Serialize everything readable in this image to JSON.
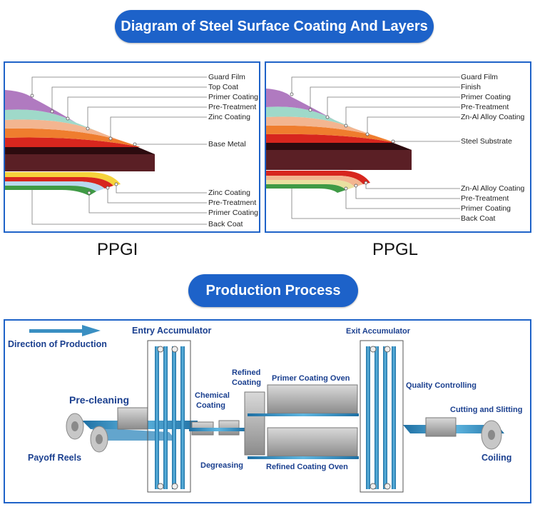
{
  "titles": {
    "coating": "Diagram of Steel Surface Coating And Layers",
    "process": "Production Process"
  },
  "ppgi": {
    "caption": "PPGI",
    "top_layers": [
      "Guard Film",
      "Top Coat",
      "Primer Coating",
      "Pre-Treatment",
      "Zinc Coating"
    ],
    "base": "Base Metal",
    "bottom_layers": [
      "Zinc Coating",
      "Pre-Treatment",
      "Primer Coating",
      "Back Coat"
    ]
  },
  "ppgl": {
    "caption": "PPGL",
    "top_layers": [
      "Guard Film",
      "Finish",
      "Primer Coating",
      "Pre-Treatment",
      "Zn-Al Alloy Coating"
    ],
    "base": "Steel Substrate",
    "bottom_layers": [
      "Zn-Al Alloy Coating",
      "Pre-Treatment",
      "Primer Coating",
      "Back Coat"
    ]
  },
  "process": {
    "direction": "Direction of Production",
    "entry_accumulator": "Entry Accumulator",
    "exit_accumulator": "Exit Accumulator",
    "pre_cleaning": "Pre-cleaning",
    "payoff_reels": "Payoff Reels",
    "chemical_coating": [
      "Chemical",
      "Coating"
    ],
    "refined_coating": [
      "Refined",
      "Coating"
    ],
    "degreasing": "Degreasing",
    "primer_oven": "Primer Coating Oven",
    "refined_oven": "Refined Coating Oven",
    "quality": "Quality Controlling",
    "cutting": "Cutting and Slitting",
    "coiling": "Coiling"
  },
  "colors": {
    "brand_blue": "#1d62c9",
    "panel_border": "#1f63c8",
    "label_blue": "#1a3f8f",
    "strip_blue": "#2f8fc4",
    "layer_purple": "#b07ac0",
    "layer_mint": "#9fd9c9",
    "layer_peach": "#f3b590",
    "layer_orange": "#ef7d2e",
    "layer_red": "#d7261e",
    "layer_base": "#5a1f25",
    "layer_yellow": "#f6d33c",
    "layer_green": "#3f9a45"
  }
}
